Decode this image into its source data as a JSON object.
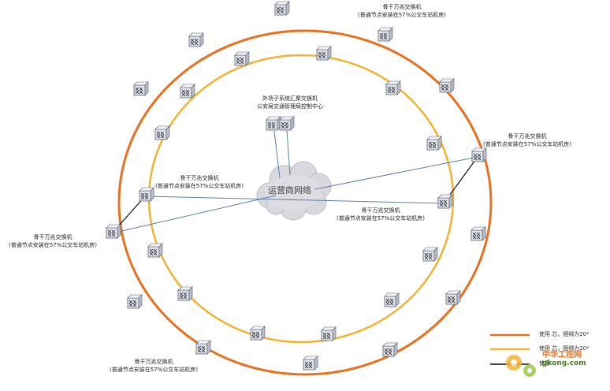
{
  "colors": {
    "outer_ring": "#E8701E",
    "inner_ring": "#F2B233",
    "link_line": "#5B7FA6",
    "black_line": "#111111"
  },
  "labels": {
    "top_title": "骨干万兆交换机",
    "top_sub": "(普通节点安装在57%公交车站机房)",
    "center_title": "外场子系统汇聚交换机",
    "center_sub": "公安局交通管理局控制中心",
    "cloud": "运营商网络",
    "right_title": "骨干万兆交换机",
    "right_sub": "(普通节点安装在57%公交车站机房)",
    "left_inner_title": "骨干万兆交换机",
    "left_inner_sub": "(普通节点安装在57%公交车站机房)",
    "right_inner_title": "骨干万兆交换机",
    "right_inner_sub": "(普通节点安装在57%公交车站机房)",
    "left_title": "骨干万兆交换机",
    "left_sub": "(普通节点安装在57%公交车站机房)",
    "bottom_title": "骨干万兆交换机",
    "bottom_sub": "(普通节点安装在57%公交车站机房)"
  },
  "legend": [
    {
      "text": "使用 芯，捆绑为20*",
      "color": "#E8701E"
    },
    {
      "text": "使用 芯，捆绑为20*",
      "color": "#F2B233"
    },
    {
      "text": "使用",
      "color": "#111111"
    }
  ],
  "watermark": {
    "top": "中华工控网",
    "bottom": "gkong.com"
  }
}
